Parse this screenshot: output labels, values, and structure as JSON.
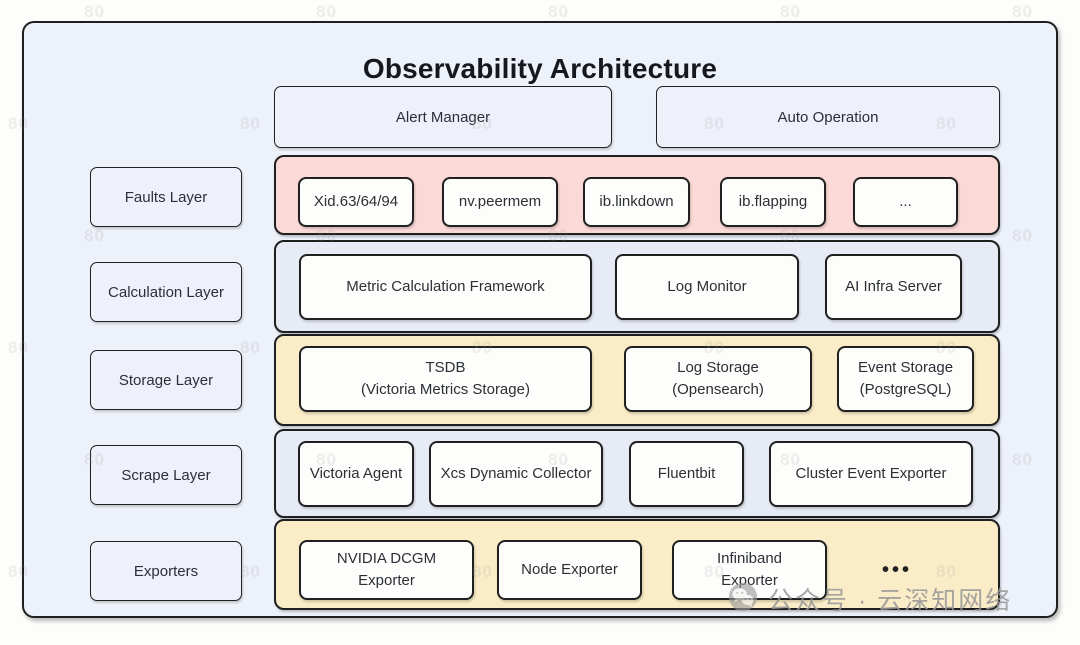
{
  "title": "Observability Architecture",
  "top_row": {
    "alert_manager": "Alert Manager",
    "auto_operation": "Auto Operation"
  },
  "layer_labels": {
    "faults": "Faults Layer",
    "calculation": "Calculation Layer",
    "storage": "Storage Layer",
    "scrape": "Scrape Layer",
    "exporters": "Exporters"
  },
  "faults": {
    "items": [
      {
        "label": "Xid.63/64/94"
      },
      {
        "label": "nv.peermem"
      },
      {
        "label": "ib.linkdown"
      },
      {
        "label": "ib.flapping"
      },
      {
        "label": "..."
      }
    ]
  },
  "calculation": {
    "items": [
      {
        "label": "Metric Calculation Framework"
      },
      {
        "label": "Log Monitor"
      },
      {
        "label": "AI Infra Server"
      }
    ]
  },
  "storage": {
    "items": [
      {
        "label": "TSDB",
        "sublabel": "(Victoria Metrics Storage)"
      },
      {
        "label": "Log Storage",
        "sublabel": "(Opensearch)"
      },
      {
        "label": "Event Storage",
        "sublabel": "(PostgreSQL)"
      }
    ]
  },
  "scrape": {
    "items": [
      {
        "label": "Victoria Agent"
      },
      {
        "label": "Xcs Dynamic Collector"
      },
      {
        "label": "Fluentbit"
      },
      {
        "label": "Cluster Event Exporter"
      }
    ]
  },
  "exporters": {
    "items": [
      {
        "label": "NVIDIA DCGM Exporter"
      },
      {
        "label": "Node Exporter"
      },
      {
        "label": "Infiniband",
        "sublabel": "Exporter"
      }
    ],
    "more": "•••"
  },
  "watermark": {
    "tile": "80",
    "brand": "公众号 · 云深知网络"
  },
  "colors": {
    "frame_fill": "#edf1fa",
    "band_pink": "#fbd9d6",
    "band_blue": "#e7ebf5",
    "band_yellow": "#faecc7",
    "node_fill": "#fdfdfc",
    "border": "#1f1f1f"
  }
}
